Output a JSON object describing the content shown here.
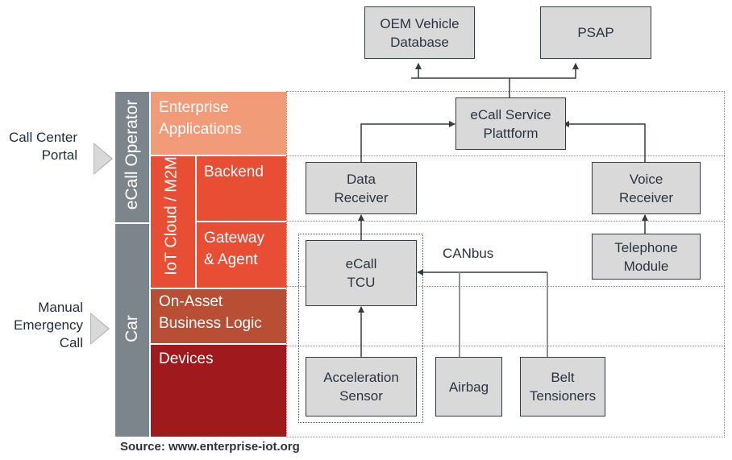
{
  "external_inputs": [
    {
      "id": "call-center-portal",
      "lines": [
        "Call Center",
        "Portal"
      ]
    },
    {
      "id": "manual-emergency-call",
      "lines": [
        "Manual",
        "Emergency",
        "Call"
      ]
    }
  ],
  "domains": [
    {
      "id": "ecall-operator",
      "label": "eCall Operator"
    },
    {
      "id": "car",
      "label": "Car"
    }
  ],
  "iot_cloud_label": "IoT Cloud / M2M",
  "layers": [
    {
      "id": "enterprise-applications",
      "lines": [
        "Enterprise",
        "Applications"
      ],
      "color": "#f29b78"
    },
    {
      "id": "backend",
      "lines": [
        "Backend"
      ],
      "color": "#e84e34"
    },
    {
      "id": "gateway-agent",
      "lines": [
        "Gateway",
        "& Agent"
      ],
      "color": "#e84e34"
    },
    {
      "id": "on-asset-business-logic",
      "lines": [
        "On-Asset",
        "Business Logic"
      ],
      "color": "#b84f35"
    },
    {
      "id": "devices",
      "lines": [
        "Devices"
      ],
      "color": "#a0191c"
    }
  ],
  "nodes": {
    "oem_vehicle_database": [
      "OEM Vehicle",
      "Database"
    ],
    "psap": [
      "PSAP"
    ],
    "ecall_service_plattform": [
      "eCall Service",
      "Plattform"
    ],
    "data_receiver": [
      "Data",
      "Receiver"
    ],
    "voice_receiver": [
      "Voice",
      "Receiver"
    ],
    "telephone_module": [
      "Telephone",
      "Module"
    ],
    "ecall_tcu": [
      "eCall",
      "TCU"
    ],
    "acceleration_sensor": [
      "Acceleration",
      "Sensor"
    ],
    "airbag": [
      "Airbag"
    ],
    "belt_tensioners": [
      "Belt",
      "Tensioners"
    ]
  },
  "bus_label": "CANbus",
  "connections": [
    {
      "from": "ecall_service_plattform",
      "to": "oem_vehicle_database"
    },
    {
      "from": "ecall_service_plattform",
      "to": "psap"
    },
    {
      "from": "data_receiver",
      "to": "ecall_service_plattform"
    },
    {
      "from": "voice_receiver",
      "to": "ecall_service_plattform"
    },
    {
      "from": "ecall_tcu",
      "to": "data_receiver"
    },
    {
      "from": "telephone_module",
      "to": "voice_receiver"
    },
    {
      "from": "acceleration_sensor",
      "to": "ecall_tcu"
    },
    {
      "from": "airbag",
      "to": "ecall_tcu",
      "via": "CANbus"
    },
    {
      "from": "belt_tensioners",
      "to": "ecall_tcu",
      "via": "CANbus"
    }
  ],
  "colors": {
    "domain_bar": "#7d858c",
    "node_fill": "#d9d9d9",
    "node_border": "#333c44",
    "arrow": "#333c44"
  },
  "source": "Source: www.enterprise-iot.org"
}
